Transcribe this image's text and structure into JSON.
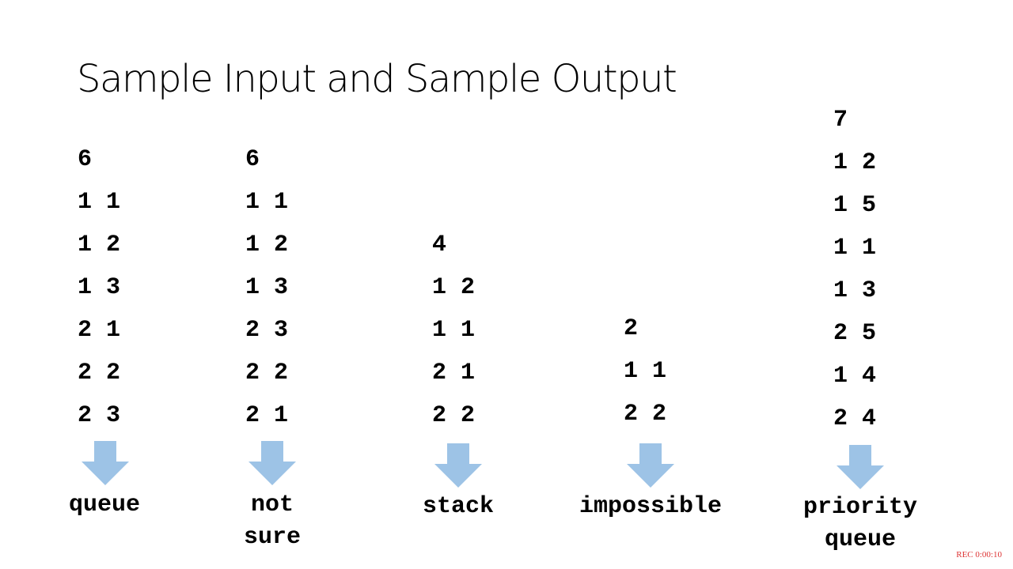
{
  "slide": {
    "title": "Sample Input and Sample Output",
    "arrow_color": "#9dc3e6",
    "recording_timestamp": "REC 0:00:10"
  },
  "examples": [
    {
      "input": [
        "6",
        "1 1",
        "1 2",
        "1 3",
        "2 1",
        "2 2",
        "2 3"
      ],
      "output": [
        "queue"
      ]
    },
    {
      "input": [
        "6",
        "1 1",
        "1 2",
        "1 3",
        "2 3",
        "2 2",
        "2 1"
      ],
      "output": [
        "not",
        "sure"
      ]
    },
    {
      "input": [
        "4",
        "1 2",
        "1 1",
        "2 1",
        "2 2"
      ],
      "output": [
        "stack"
      ]
    },
    {
      "input": [
        "2",
        "1 1",
        "2 2"
      ],
      "output": [
        "impossible"
      ]
    },
    {
      "input": [
        "7",
        "1 2",
        "1 5",
        "1 1",
        "1 3",
        "2 5",
        "1 4",
        "2 4"
      ],
      "output": [
        "priority",
        "queue"
      ]
    }
  ]
}
